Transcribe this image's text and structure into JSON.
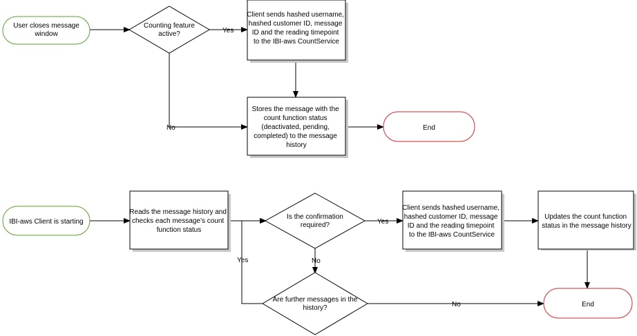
{
  "flow1": {
    "start": [
      "User closes message",
      "window"
    ],
    "decision": [
      "Counting feature",
      "active?"
    ],
    "yes_label": "Yes",
    "no_label": "No",
    "send": [
      "Client sends hashed username,",
      "hashed customer ID, message",
      "ID and the reading timepoint",
      "to the IBI-aws CountService"
    ],
    "store": [
      "Stores the message with the",
      "count function status",
      "(deactivated, pending,",
      "completed) to the message",
      "history"
    ],
    "end": "End"
  },
  "flow2": {
    "start": "IBI-aws Client is starting",
    "read": [
      "Reads the message history and",
      "checks each message’s count",
      "function status"
    ],
    "decision_confirm": [
      "Is the confirmation",
      "required?"
    ],
    "yes_label": "Yes",
    "send": [
      "Client sends hashed username,",
      "hashed customer ID, message",
      "ID and the reading timepoint",
      "to the IBI-aws CountService"
    ],
    "update": [
      "Updates the count function",
      "status in the message history"
    ],
    "no_label_down": "No",
    "decision_further": [
      "Are further messages in the",
      "history?"
    ],
    "yes_label_loop": "Yes",
    "no_label_end": "No",
    "end": "End"
  }
}
